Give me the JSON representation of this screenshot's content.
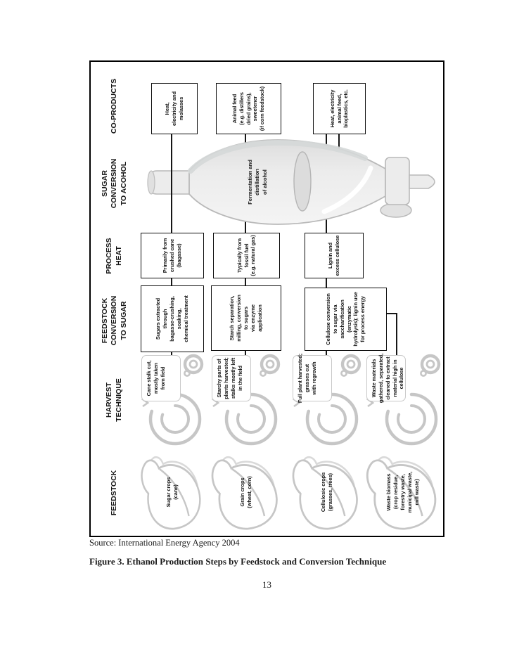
{
  "page": {
    "source_line": "Source: International Energy Agency 2004",
    "caption": "Figure 3. Ethanol Production Steps by Feedstock and Conversion Technique",
    "page_number": "13"
  },
  "figure": {
    "headers": {
      "feedstock": "FEEDSTOCK",
      "harvest": "HARVEST\nTECHNIQUE",
      "conversion": "FEEDSTOCK\nCONVERSION\nTO SUGAR",
      "process_heat": "PROCESS\nHEAT",
      "alcohol": "SUGAR\nCONVERSION\nTO ACOHOL",
      "coproducts": "CO-PRODUCTS"
    },
    "flask_label": "Fermentation and\ndistillation\nof alcohol",
    "rows": [
      {
        "feedstock": "Sugar crops\n(cane)",
        "harvest": "Cane stalk  cut,\nmostly taken\nfrom field",
        "conversion": "Sugars extracted\nthrough\nbagasse-crushing,\nsoaking,\nchemical treatment",
        "process_heat": "Primarily from\ncrushed cane\n(bagasse)",
        "coproduct": "Heat,\nelectricity and\nmolasses"
      },
      {
        "feedstock": "Grain crops\n(wheat, corn)",
        "harvest": "Starchy parts of\nplants harvested;\nstalks mostly left\nin the field",
        "conversion": "Starch separation,\nmilling, conversion\nto sugars\nvia enzyme\napplication",
        "process_heat": "Typically from\nfossil fuel\n(e.g. natural gas)",
        "coproduct": "Animal feed\n(e.g. distillers\ndried grains),\nsweetener\n(if corn feedstock)"
      },
      {
        "feedstock": "Cellulosic crops\n(grasses, trees)",
        "harvest": "Full plant harvested;\ngrasses cut\nwith regrowth",
        "conversion": "Cellulose conversion\nto sugar via\nsaccharification\n(enzymatic\nhydrolysis); lignin use\nfor process energy",
        "process_heat": "Lignin and\nexcess cellulose",
        "coproduct": "Heat, electricity\nanimal feed,\nbioplastics, etc."
      },
      {
        "feedstock": "Waste biomass\n(crop residue,\nforestry waste,\nmunicipal waste,\nmill waste)",
        "harvest": "Waste materials\ngathered, separated,\ncleaned to extract\nmaterial high in\ncellulose"
      }
    ],
    "icons": {
      "feedstock": "leaf-icon",
      "harvest": "harvester-tractor-icon",
      "alcohol": "distillation-flask-icon",
      "tap": "spigot-tap-icon"
    },
    "colors": {
      "line_black": "#161616",
      "icon_grey": "#c6c6c6",
      "flask_fill": "#eeeeee",
      "flask_stroke": "#b9b9b9"
    }
  }
}
